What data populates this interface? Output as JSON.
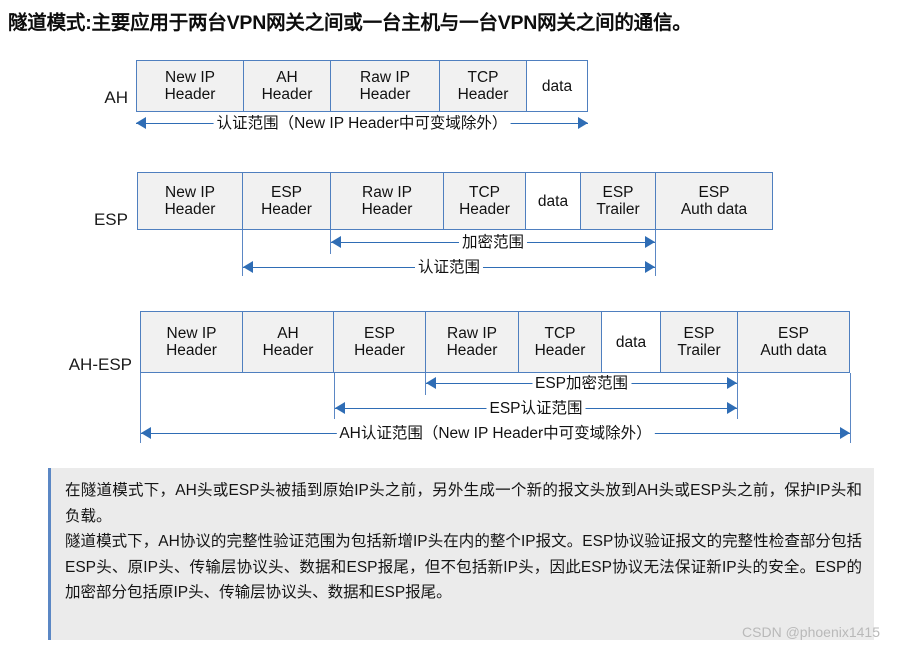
{
  "title": "隧道模式:主要应用于两台VPN网关之间或一台主机与一台VPN网关之间的通信。",
  "rows": [
    {
      "label": "AH",
      "cells": [
        {
          "text": "New IP\nHeader"
        },
        {
          "text": "AH\nHeader"
        },
        {
          "text": "Raw IP\nHeader"
        },
        {
          "text": "TCP\nHeader"
        },
        {
          "text": "data"
        }
      ],
      "scopes": [
        {
          "label": "认证范围（New IP Header中可变域除外）"
        }
      ]
    },
    {
      "label": "ESP",
      "cells": [
        {
          "text": "New IP\nHeader"
        },
        {
          "text": "ESP\nHeader"
        },
        {
          "text": "Raw IP\nHeader"
        },
        {
          "text": "TCP\nHeader"
        },
        {
          "text": "data"
        },
        {
          "text": "ESP\nTrailer"
        },
        {
          "text": "ESP\nAuth data"
        }
      ],
      "scopes": [
        {
          "label": "加密范围"
        },
        {
          "label": "认证范围"
        }
      ]
    },
    {
      "label": "AH-ESP",
      "cells": [
        {
          "text": "New IP\nHeader"
        },
        {
          "text": "AH\nHeader"
        },
        {
          "text": "ESP\nHeader"
        },
        {
          "text": "Raw IP\nHeader"
        },
        {
          "text": "TCP\nHeader"
        },
        {
          "text": "data"
        },
        {
          "text": "ESP\nTrailer"
        },
        {
          "text": "ESP\nAuth data"
        }
      ],
      "scopes": [
        {
          "label": "ESP加密范围"
        },
        {
          "label": "ESP认证范围"
        },
        {
          "label": "AH认证范围（New IP Header中可变域除外）"
        }
      ]
    }
  ],
  "note": {
    "paragraph1": "在隧道模式下，AH头或ESP头被插到原始IP头之前，另外生成一个新的报文头放到AH头或ESP头之前，保护IP头和负载。",
    "paragraph2": "隧道模式下，AH协议的完整性验证范围为包括新增IP头在内的整个IP报文。ESP协议验证报文的完整性检查部分包括ESP头、原IP头、传输层协议头、数据和ESP报尾，但不包括新IP头，因此ESP协议无法保证新IP头的安全。ESP的加密部分包括原IP头、传输层协议头、数据和ESP报尾。"
  },
  "watermark": "CSDN @phoenix1415",
  "colors": {
    "cell_border": "#4f7fbf",
    "cell_fill": "#f1f1f1",
    "arrow": "#2f6db5",
    "note_bg": "#ebebeb",
    "note_border": "#5b87c4"
  }
}
